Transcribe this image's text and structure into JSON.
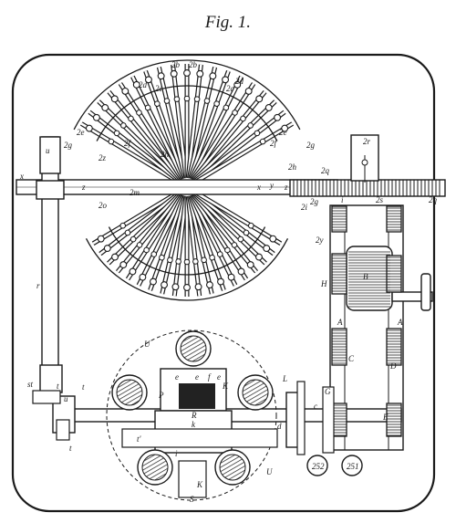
{
  "figure": {
    "title": "Fig. 1."
  },
  "labels": {
    "a": "2b",
    "b": "2b",
    "c": "2c",
    "d": "2c",
    "e": "2d",
    "f": "2d",
    "g": "2e",
    "h": "2e",
    "i": "2f",
    "j": "2f",
    "k": "2g",
    "l": "2g",
    "m": "2g",
    "n": "2h",
    "o": "2i",
    "p": "2m",
    "q": "2n",
    "r": "2o",
    "s": "2q",
    "t": "2q",
    "u": "2r",
    "v": "2s",
    "w": "2y",
    "x": "2z",
    "u_lower": "u",
    "x_lower": "x",
    "z1": "z",
    "z2": "z",
    "y_lower": "y",
    "x2": "x",
    "r_lower": "r",
    "st": "st",
    "t1": "t",
    "t2": "t",
    "u2": "u",
    "U1": "U",
    "U2": "U",
    "P": "P",
    "R": "R",
    "K1": "K",
    "K2": "K",
    "L": "L",
    "S": "S",
    "k_lower": "k",
    "e1": "e",
    "e2": "e",
    "e3": "e",
    "f1": "f",
    "d_lower": "d",
    "c_lower": "c",
    "G": "G",
    "H": "H",
    "B": "B",
    "A1": "A",
    "A2": "A",
    "C": "C",
    "D": "D",
    "E": "E",
    "t3": "t'",
    "t4": "t",
    "n252": "252",
    "n251": "251",
    "i_label": "i",
    "i2": "i"
  }
}
